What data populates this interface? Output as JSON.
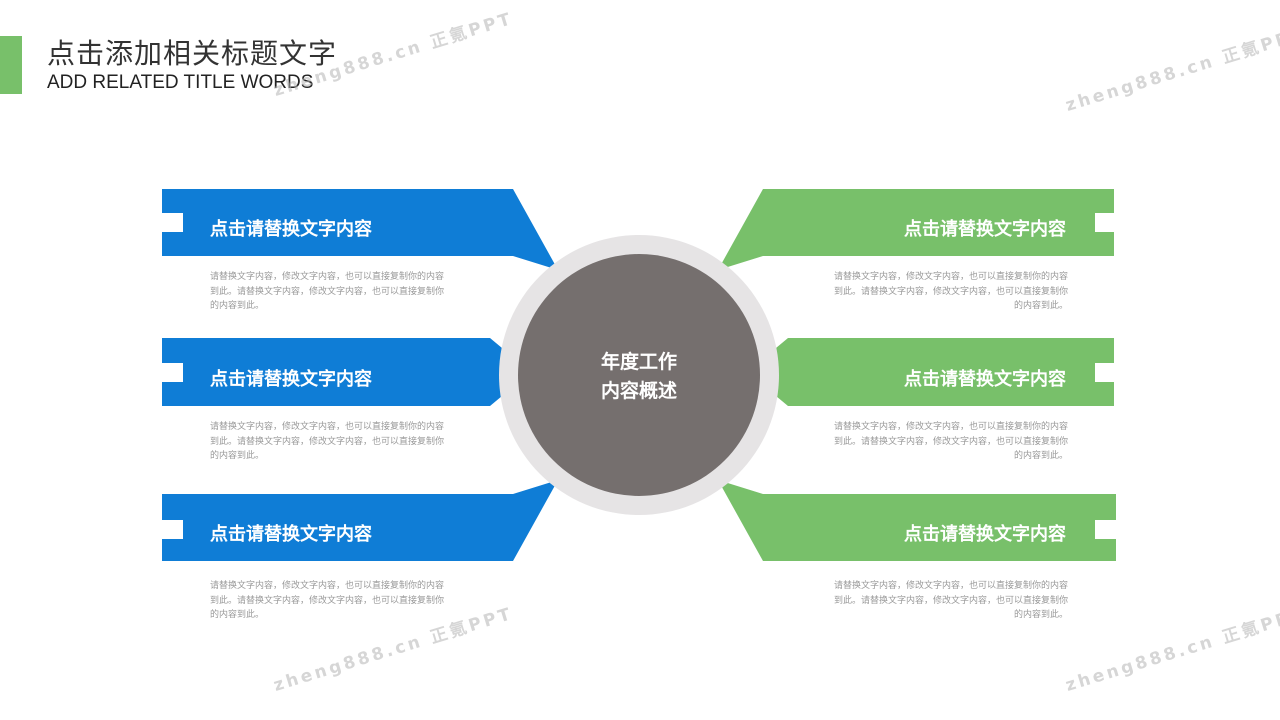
{
  "header": {
    "title": "点击添加相关标题文字",
    "subtitle": "ADD RELATED TITLE WORDS"
  },
  "colors": {
    "blue": "#0f7dd6",
    "green": "#78c06a",
    "ring": "#e6e4e5",
    "core": "#756f6e",
    "accent": "#78c06a"
  },
  "center": {
    "line1": "年度工作",
    "line2": "内容概述"
  },
  "items": [
    {
      "label": "点击请替换文字内容",
      "desc": "请替换文字内容，修改文字内容，也可以直接复制你的内容到此。请替换文字内容，修改文字内容，也可以直接复制你的内容到此。"
    },
    {
      "label": "点击请替换文字内容",
      "desc": "请替换文字内容，修改文字内容，也可以直接复制你的内容到此。请替换文字内容，修改文字内容，也可以直接复制你的内容到此。"
    },
    {
      "label": "点击请替换文字内容",
      "desc": "请替换文字内容，修改文字内容，也可以直接复制你的内容到此。请替换文字内容，修改文字内容，也可以直接复制你的内容到此。"
    },
    {
      "label": "点击请替换文字内容",
      "desc": "请替换文字内容，修改文字内容，也可以直接复制你的内容到此。请替换文字内容，修改文字内容，也可以直接复制你的内容到此。"
    },
    {
      "label": "点击请替换文字内容",
      "desc": "请替换文字内容，修改文字内容，也可以直接复制你的内容到此。请替换文字内容，修改文字内容，也可以直接复制你的内容到此。"
    },
    {
      "label": "点击请替换文字内容",
      "desc": "请替换文字内容，修改文字内容，也可以直接复制你的内容到此。请替换文字内容，修改文字内容，也可以直接复制你的内容到此。"
    }
  ],
  "watermark": "zheng888.cn 正氪PPT"
}
